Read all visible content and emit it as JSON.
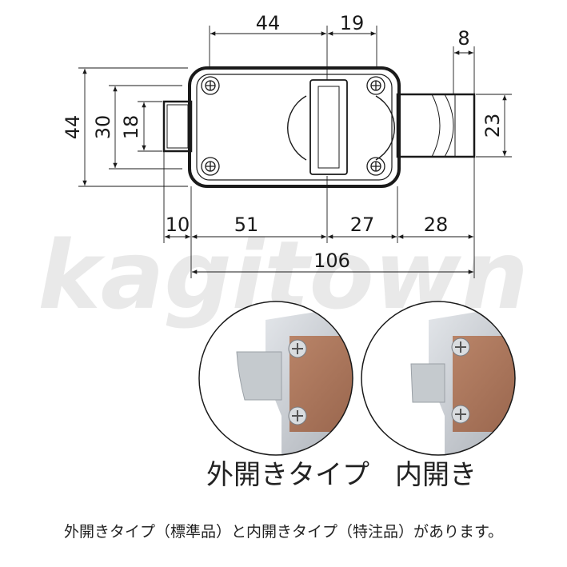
{
  "watermark": "kagitown",
  "dimensions": {
    "top_a": "44",
    "top_b": "19",
    "top_right": "8",
    "left_a": "44",
    "left_b": "30",
    "left_c": "18",
    "right_a": "23",
    "bottom_a": "10",
    "bottom_b": "51",
    "bottom_c": "27",
    "bottom_d": "28",
    "total": "106"
  },
  "captions": {
    "outward": "外開きタイプ",
    "inward": "内開き"
  },
  "note": "外開きタイプ（標準品）と内開きタイプ（特注品）があります。",
  "colors": {
    "wood": "#a8735a",
    "metal": "#c9cdd2",
    "outline": "#1a1a1a"
  }
}
